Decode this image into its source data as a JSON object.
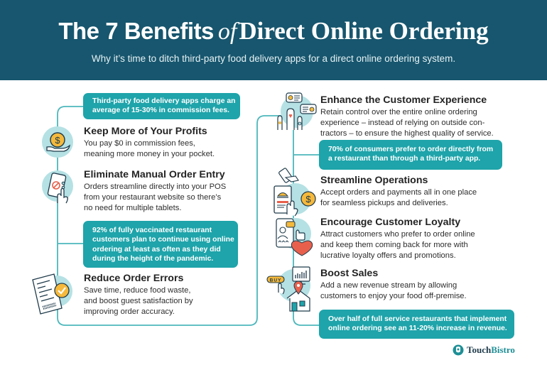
{
  "header": {
    "title_part1": "The 7 Benefits",
    "title_of": "of",
    "title_part2": "Direct Online Ordering",
    "subtitle": "Why it’s time to ditch third-party food delivery apps for a direct online ordering system."
  },
  "stats": [
    {
      "lines": [
        "Third-party food delivery apps charge an",
        "average of 15-30% in commission fees."
      ]
    },
    {
      "lines": [
        "92% of fully vaccinated restaurant",
        "customers plan to continue using online",
        "ordering at least as often as they did",
        "during the height of the pandemic."
      ]
    },
    {
      "lines": [
        "70% of consumers prefer to order directly from",
        "a restaurant than through a third-party app."
      ]
    },
    {
      "lines": [
        "Over half of full service restaurants that implement",
        "online ordering see an 11-20% increase in revenue."
      ]
    }
  ],
  "left_benefits": [
    {
      "icon": "coin-hand-icon",
      "title": "Keep More of Your Profits",
      "lines": [
        "You pay $0 in commission fees,",
        "meaning more money in your pocket."
      ]
    },
    {
      "icon": "phone-touch-icon",
      "title": "Eliminate Manual Order Entry",
      "lines": [
        "Orders streamline directly into your POS",
        "from your restaurant website so there’s",
        "no need for multiple tablets."
      ]
    },
    {
      "icon": "receipt-check-icon",
      "title": "Reduce Order Errors",
      "lines": [
        "Save time, reduce food waste,",
        "and boost guest satisfaction by",
        "improving order accuracy."
      ]
    }
  ],
  "right_benefits": [
    {
      "icon": "hands-reviews-icon",
      "title": "Enhance the Customer Experience",
      "lines": [
        "Retain control over the entire online ordering",
        "experience – instead of relying on outside con-",
        "tractors – to ensure the highest quality of service."
      ]
    },
    {
      "icon": "card-tablet-payment-icon",
      "title": "Streamline Operations",
      "lines": [
        "Accept orders and payments all in one place",
        "for seamless pickups and deliveries."
      ]
    },
    {
      "icon": "loyalty-phone-heart-icon",
      "title": "Encourage Customer Loyalty",
      "lines": [
        "Attract customers who prefer to order online",
        "and keep them coming back for more with",
        "lucrative loyalty offers and promotions."
      ]
    },
    {
      "icon": "buy-chart-house-icon",
      "title": "Boost Sales",
      "lines": [
        "Add a new revenue stream by allowing",
        "customers to enjoy your food off-premise."
      ]
    }
  ],
  "brand": {
    "name_part1": "Touch",
    "name_part2": "Bistro",
    "icon": "touchbistro-logo-icon"
  },
  "icon_text": {
    "buy": "BUY",
    "dollar": "$"
  },
  "colors": {
    "header_bg": "#17566e",
    "stat_box": "#1ea4aa",
    "connector_line": "#4db7bc",
    "icon_circle": "#b5e1e4",
    "accent_yellow": "#f6b93b",
    "accent_red": "#e8604c",
    "heading_text": "#232323"
  }
}
